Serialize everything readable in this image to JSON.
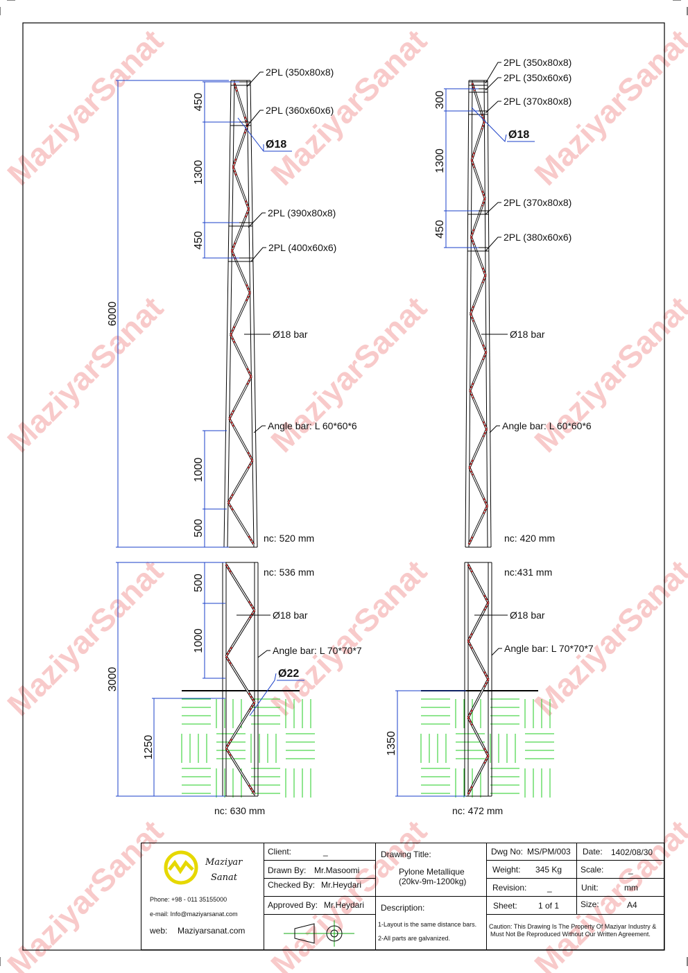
{
  "watermark": "MaziyarSanat",
  "left_tower": {
    "upper_labels": [
      "2PL (350x80x8)",
      "2PL (360x60x6)",
      "Ø18",
      "2PL (390x80x8)",
      "2PL (400x60x6)",
      "Ø18 bar",
      "Angle bar: L 60*60*6",
      "nc: 520 mm"
    ],
    "upper_dims": [
      "6000",
      "450",
      "1300",
      "450",
      "1000",
      "500"
    ],
    "lower_labels": [
      "nc: 536 mm",
      "Ø18 bar",
      "Angle bar: L 70*70*7",
      "Ø22",
      "nc: 630 mm"
    ],
    "lower_dims": [
      "3000",
      "500",
      "1000",
      "1250"
    ]
  },
  "right_tower": {
    "upper_labels": [
      "2PL (350x80x8)",
      "2PL (350x60x6)",
      "2PL (370x80x8)",
      "Ø18",
      "2PL (370x80x8)",
      "2PL (380x60x6)",
      "Ø18 bar",
      "Angle bar: L 60*60*6",
      "nc: 420 mm"
    ],
    "upper_dims": [
      "300",
      "1300",
      "450"
    ],
    "lower_labels": [
      "nc:431 mm",
      "Ø18 bar",
      "Angle bar: L 70*70*7",
      "nc: 472 mm"
    ],
    "lower_dims": [
      "1350"
    ]
  },
  "title_block": {
    "company_line1": "Maziyar",
    "company_line2": "Sanat",
    "phone": "Phone: +98 - 011 35155000",
    "email": "e-mail:  Info@maziyarsanat.com",
    "web_label": "web:",
    "web": "Maziyarsanat.com",
    "client_label": "Client:",
    "client": "_",
    "drawn_label": "Drawn By:",
    "drawn": "Mr.Masoomi",
    "checked_label": "Checked By:",
    "checked": "Mr.Heydari",
    "approved_label": "Approved By:",
    "approved": "Mr.Heydari",
    "title_label": "Drawing Title:",
    "title_line1": "Pylone  Metallique",
    "title_line2": "(20kv-9m-1200kg)",
    "description_label": "Description:",
    "note1": "1-Layout is the same distance bars.",
    "note2": "2-All parts are galvanized.",
    "dwg_label": "Dwg No:",
    "dwg": "MS/PM/003",
    "date_label": "Date:",
    "date": "1402/08/30",
    "weight_label": "Weight:",
    "weight": "345 Kg",
    "scale_label": "Scale:",
    "scale": "_",
    "revision_label": "Revision:",
    "revision": "_",
    "unit_label": "Unit:",
    "unit": "mm",
    "sheet_label": "Sheet:",
    "sheet": "1 of 1",
    "size_label": "Size:",
    "size": "A4",
    "caution1": "Caution: This Drawing Is The Property Of Maziyar Industry &",
    "caution2": "Must Not Be Reproduced Without Our Written Agreement."
  }
}
